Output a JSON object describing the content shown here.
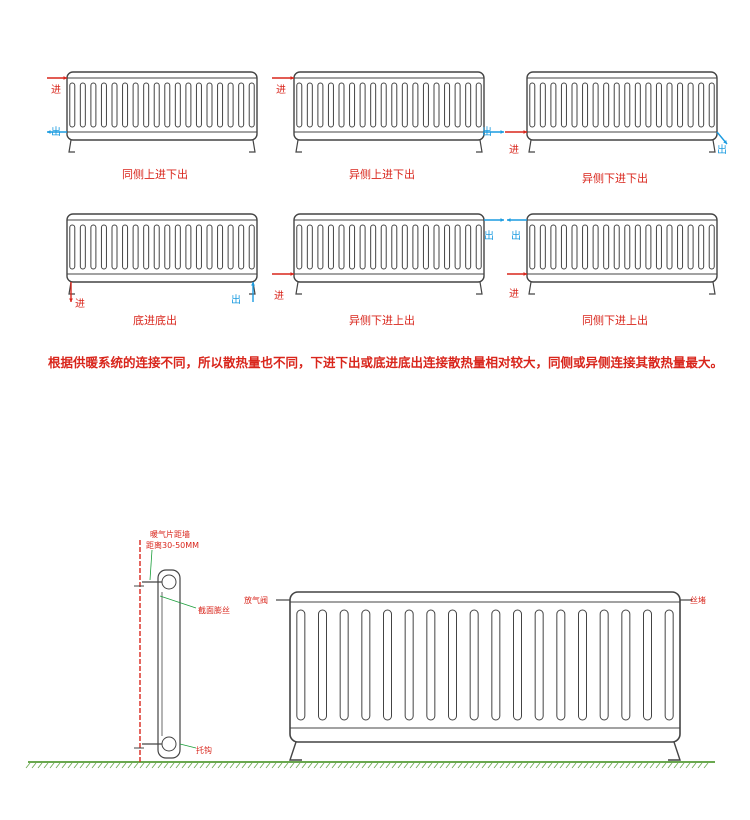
{
  "labels": {
    "in": "进",
    "out": "出"
  },
  "colors": {
    "accent": "#d9261c",
    "inflow": "#d9261c",
    "outflow": "#1a9be0",
    "ground": "#6aa84f"
  },
  "diagrams": [
    {
      "caption": "同侧上进下出",
      "in_label_side": "left-top",
      "out_label_side": "left-bottom"
    },
    {
      "caption": "异侧上进下出",
      "in_label_side": "left-top",
      "out_label_side": "right-bottom"
    },
    {
      "caption": "异侧下进下出",
      "in_label_side": "left-bottom",
      "out_label_side": "right-bottom"
    },
    {
      "caption": "底进底出",
      "in_label_side": "bottom-left",
      "out_label_side": "bottom-right"
    },
    {
      "caption": "异侧下进上出",
      "in_label_side": "left-bottom",
      "out_label_side": "right-top"
    },
    {
      "caption": "同侧下进上出",
      "in_label_side": "left-bottom",
      "out_label_side": "left-top"
    }
  ],
  "note": "根据供暖系统的连接不同，所以散热量也不同，下进下出或底进底出连接散热量相对较大，同侧或异侧连接其散热量最大。",
  "install": {
    "wall_distance_line1": "暖气片距墙",
    "wall_distance_line2": "距离30-50MM",
    "bracket": "截面膨丝",
    "vent": "放气阀",
    "plug": "丝堵",
    "support": "托钩"
  }
}
